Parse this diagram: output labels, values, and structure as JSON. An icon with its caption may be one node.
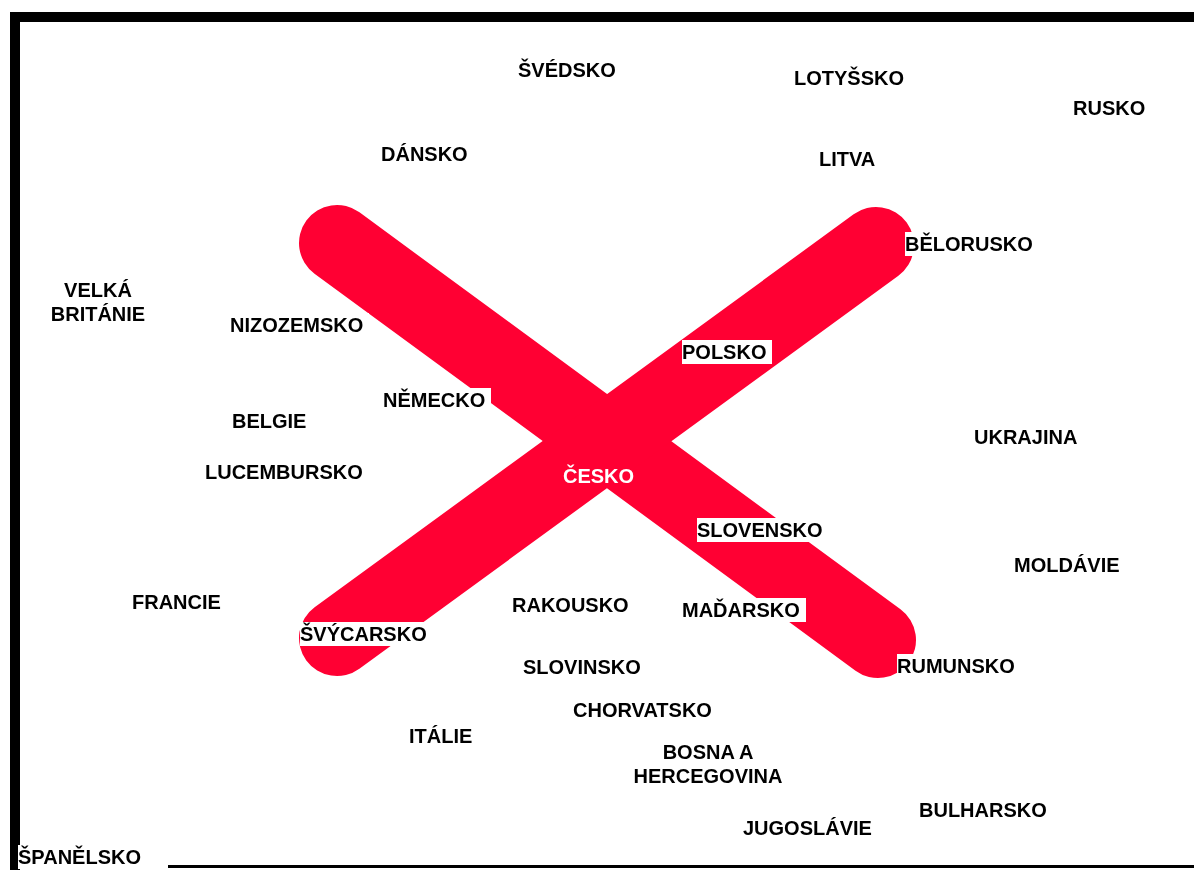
{
  "diagram": {
    "labels": [
      "ŠVÉDSKO",
      "LOTYŠSKO",
      "RUSKO",
      "DÁNSKO",
      "LITVA",
      "BĚLORUSKO",
      "VELKÁ BRITÁNIE",
      "NIZOZEMSKO",
      "POLSKO",
      "NĚMECKO",
      "BELGIE",
      "UKRAJINA",
      "LUCEMBURSKO",
      "ČESKO",
      "SLOVENSKO",
      "MOLDÁVIE",
      "FRANCIE",
      "RAKOUSKO",
      "MAĎARSKO",
      "ŠVÝCARSKO",
      "SLOVINSKO",
      "RUMUNSKO",
      "CHORVATSKO",
      "ITÁLIE",
      "BOSNA A HERCEGOVINA",
      "BULHARSKO",
      "JUGOSLÁVIE",
      "ŠPANĚLSKO"
    ]
  }
}
